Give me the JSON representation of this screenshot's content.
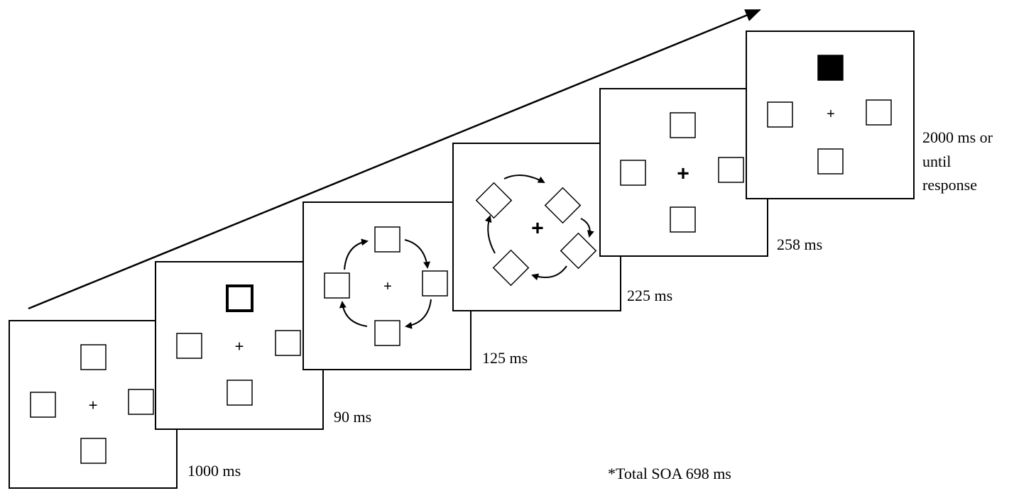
{
  "frames": [
    {
      "duration": "1000 ms",
      "fixation": "+",
      "cue": "none"
    },
    {
      "duration": "90 ms",
      "fixation": "+",
      "cue": "bold-outline-top"
    },
    {
      "duration": "125 ms",
      "fixation": "+",
      "cue": "rotation-arrows"
    },
    {
      "duration": "225 ms",
      "fixation": "+",
      "cue": "rotated-45-with-arrows"
    },
    {
      "duration": "258 ms",
      "fixation": "+",
      "cue": "none"
    },
    {
      "duration_lines": [
        "2000 ms or",
        "until",
        "response"
      ],
      "fixation": "+",
      "cue": "filled-target-top"
    }
  ],
  "footnote": "*Total SOA 698 ms",
  "timeline": "time-arrow"
}
